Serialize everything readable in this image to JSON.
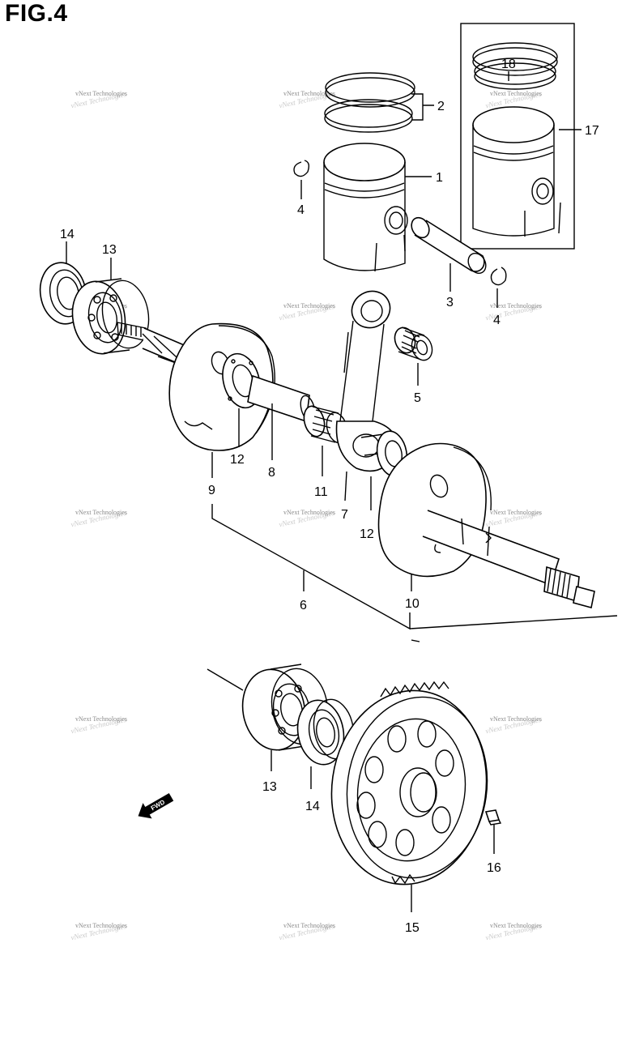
{
  "figure": {
    "title": "FIG.4"
  },
  "labels": {
    "p1": "1",
    "p2": "2",
    "p3": "3",
    "p4a": "4",
    "p4b": "4",
    "p5": "5",
    "p6": "6",
    "p7": "7",
    "p8": "8",
    "p9": "9",
    "p10": "10",
    "p11": "11",
    "p12a": "12",
    "p12b": "12",
    "p13a": "13",
    "p13b": "13",
    "p14a": "14",
    "p14b": "14",
    "p15": "15",
    "p16": "16",
    "p17": "17",
    "p18": "18"
  },
  "watermark": "vNext Technologies",
  "fwd_badge": "FWD"
}
